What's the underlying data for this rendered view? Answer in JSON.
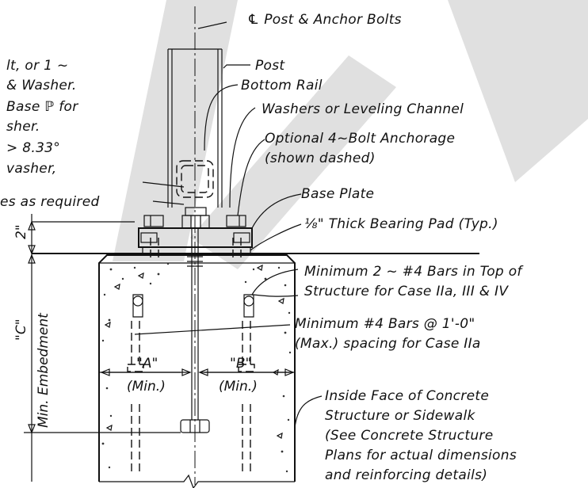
{
  "title_label": "℄ Post & Anchor Bolts",
  "callouts": {
    "post": "Post",
    "bottom_rail": "Bottom Rail",
    "washers": "Washers or Leveling Channel",
    "optional_line1": "Optional 4~Bolt Anchorage",
    "optional_line2": "(shown dashed)",
    "base_plate": "Base Plate",
    "bearing_pad": "⅛\" Thick Bearing Pad (Typ.)",
    "min2_line1": "Minimum 2 ~ #4 Bars in Top of",
    "min2_line2": "Structure for Case IIa, III & IV",
    "min4_line1": "Minimum #4 Bars @ 1'-0\"",
    "min4_line2": "(Max.) spacing for Case IIa",
    "inside_line1": "Inside Face of Concrete",
    "inside_line2": "Structure or Sidewalk",
    "inside_line3": "(See Concrete Structure",
    "inside_line4": "Plans for actual dimensions",
    "inside_line5": "and reinforcing details)"
  },
  "left_notes": [
    "lt,  or 1 ~",
    "& Washer.",
    "Base ℙ for",
    "sher.",
    "> 8.33°",
    "vasher,",
    "es as required"
  ],
  "dimensions": {
    "two_inch": "2\"",
    "c_dim": "\"C\"",
    "min_embedment": "Min. Embedment",
    "a_dim": "\"A\"",
    "b_dim": "\"B\"",
    "a_min": "(Min.)",
    "b_min": "(Min.)"
  },
  "colors": {
    "ink": "#111111",
    "watermark": "#d4d4d4"
  }
}
